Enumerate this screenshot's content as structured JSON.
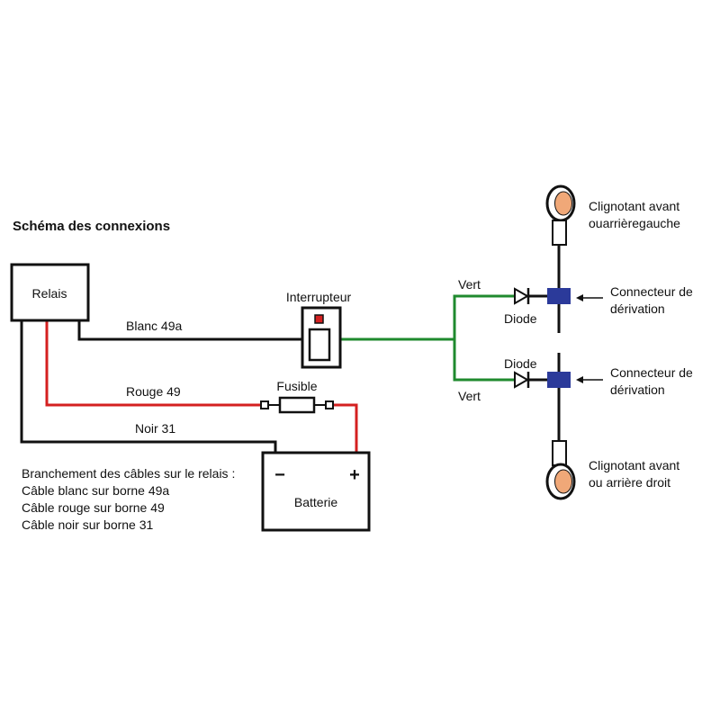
{
  "title": "Schéma des connexions",
  "colors": {
    "black_wire": "#111111",
    "red_wire": "#d42020",
    "green_wire": "#1f8a2e",
    "connector": "#2b3a9a",
    "lamp_fill": "#f0a878",
    "switch_led": "#d42020"
  },
  "components": {
    "relay": "Relais",
    "switch": "Interrupteur",
    "fuse": "Fusible",
    "battery": "Batterie",
    "battery_minus": "−",
    "battery_plus": "+"
  },
  "wires": {
    "white": "Blanc  49a",
    "red": "Rouge  49",
    "black": "Noir 31",
    "green_top": "Vert",
    "green_bottom": "Vert"
  },
  "diodes": {
    "top": "Diode",
    "bottom": "Diode"
  },
  "connectors": {
    "top": [
      "Connecteur de",
      "dérivation"
    ],
    "bottom": [
      "Connecteur de",
      "dérivation"
    ]
  },
  "lamps": {
    "left": [
      "Clignotant avant",
      "ouarrièregauche"
    ],
    "right": [
      "Clignotant avant",
      "ou arrière droit"
    ]
  },
  "notes": [
    "Branchement des câbles sur le relais :",
    "Câble blanc sur borne 49a",
    "Câble rouge sur borne 49",
    "Câble noir sur borne 31"
  ]
}
